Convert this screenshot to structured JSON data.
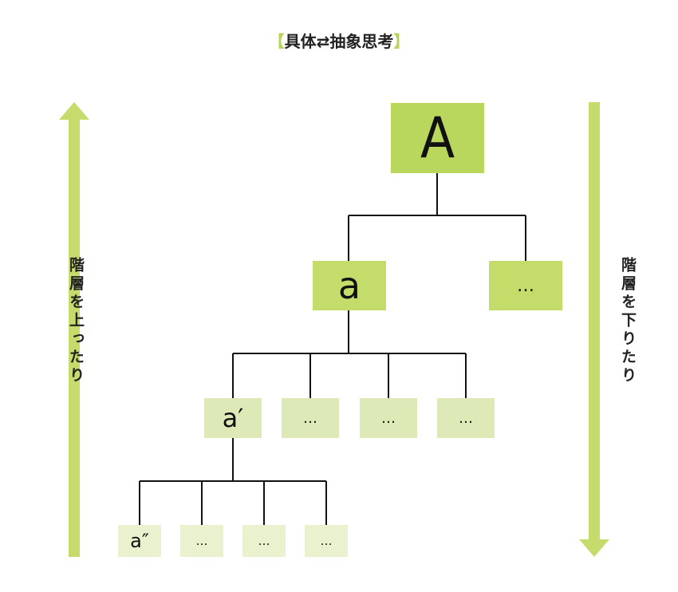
{
  "title": {
    "open_bracket": "【",
    "text": "具体⇄抽象思考",
    "close_bracket": "】"
  },
  "left_label": "階層を上ったり",
  "right_label": "階層を下りたり",
  "colors": {
    "arrow": "#c5db6c",
    "level0": "#b9d75c",
    "level1": "#c3dc6a",
    "level2": "#dde9b6",
    "level3": "#e9f1cf",
    "line": "#111111"
  },
  "tree": {
    "root": "A",
    "level1": [
      "a",
      "…"
    ],
    "level2": [
      "a′",
      "…",
      "…",
      "…"
    ],
    "level3": [
      "a″",
      "…",
      "…",
      "…"
    ]
  }
}
